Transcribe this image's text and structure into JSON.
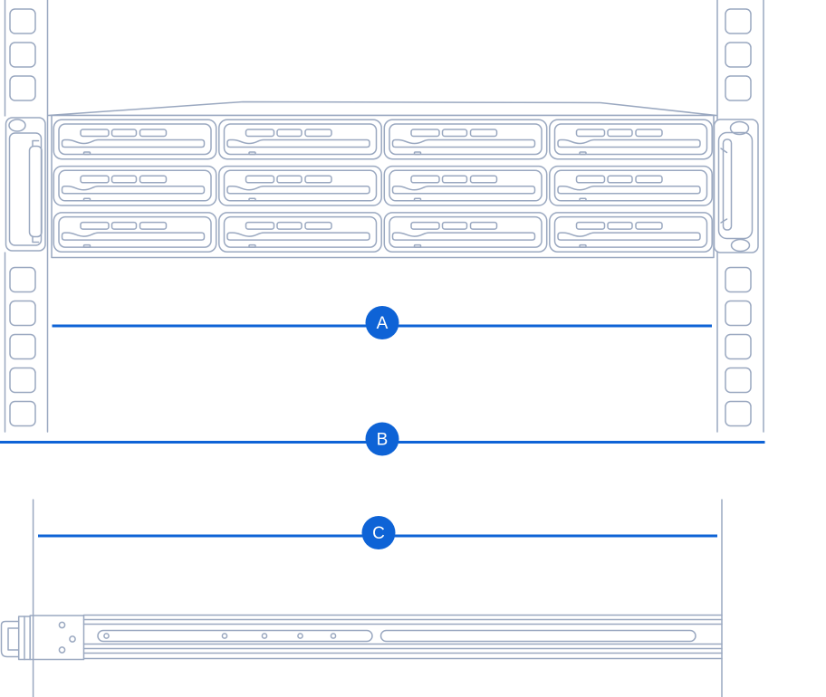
{
  "callouts": {
    "a": {
      "label": "A"
    },
    "b": {
      "label": "B"
    },
    "c": {
      "label": "C"
    }
  },
  "colors": {
    "accent": "#0e63d6",
    "line-art": "#9aa8c0",
    "background": "#ffffff",
    "badge-text": "#ffffff"
  }
}
